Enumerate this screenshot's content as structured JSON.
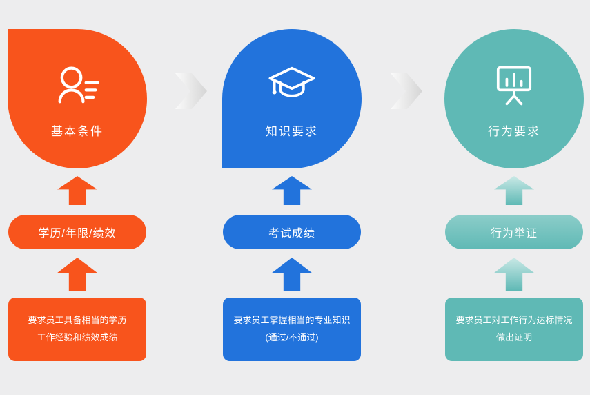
{
  "background_color": "#ededee",
  "text_color": "#ffffff",
  "flow_arrow_icon": "chevron-right-icon",
  "columns": [
    {
      "id": "basic-conditions",
      "color": "#f8541c",
      "icon": "user-list-icon",
      "circle_label": "基本条件",
      "pill_label": "学历/年限/绩效",
      "box_lines": [
        "要求员工具备相当的学历",
        "工作经验和绩效成绩"
      ]
    },
    {
      "id": "knowledge-requirements",
      "color": "#2273dc",
      "icon": "graduation-cap-icon",
      "circle_label": "知识要求",
      "pill_label": "考试成绩",
      "box_lines": [
        "要求员工掌握相当的专业知识",
        "(通过/不通过)"
      ]
    },
    {
      "id": "behavior-requirements",
      "color": "#5fb9b5",
      "icon": "presentation-chart-icon",
      "circle_label": "行为要求",
      "pill_label": "行为举证",
      "box_lines": [
        "要求员工对工作行为达标情况",
        "做出证明"
      ]
    }
  ]
}
